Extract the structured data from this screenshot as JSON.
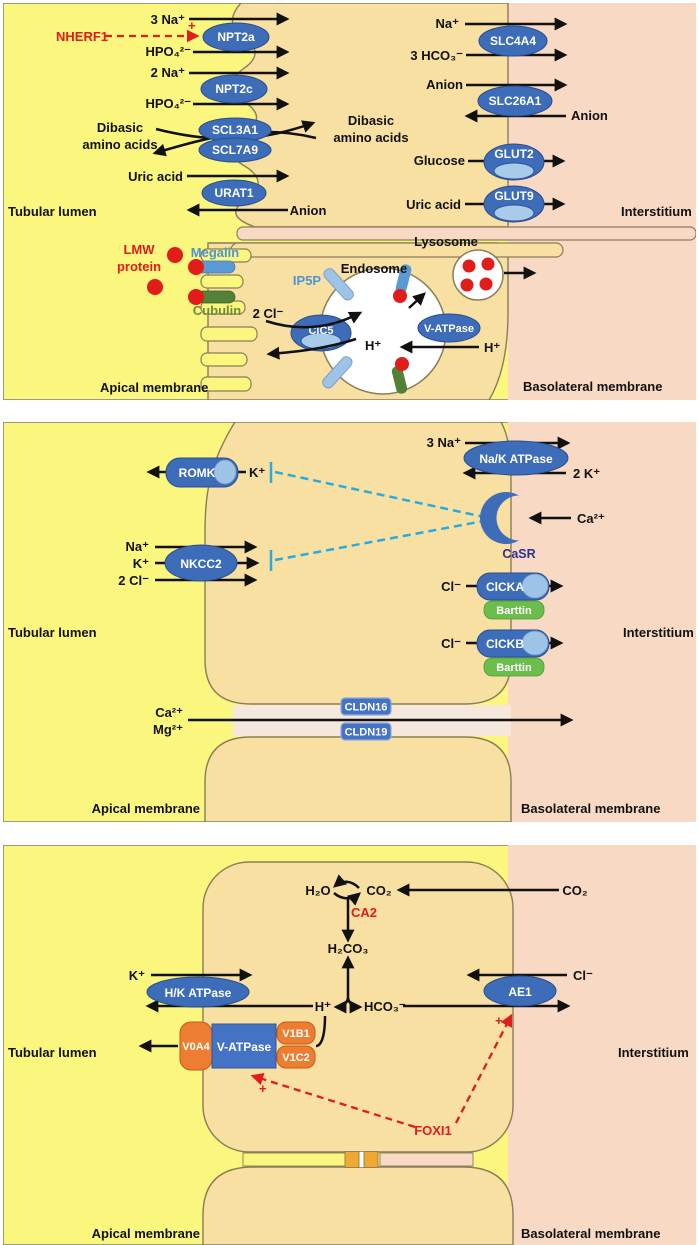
{
  "figure": {
    "description": "Renal tubule membrane transport diagram, three panels",
    "regions": [
      "Tubular lumen",
      "Interstitium",
      "Apical membrane",
      "Basolateral membrane"
    ]
  },
  "colors": {
    "lumen_yellow": "#FAF67E",
    "cell_tan": "#F8DFA2",
    "interstitium_pink": "#F8D9C4",
    "transporter_blue": "#3D6CB8",
    "light_blue": "#9DC3E6",
    "barttin_green": "#6CBE4C",
    "cubulin_green": "#538135",
    "orange": "#ED7D31",
    "regulator_red": "#E21B1B",
    "inhibit_cyan": "#29ABE2",
    "membrane_olive": "#8A7D5A"
  },
  "panel1": {
    "labels": {
      "na3": "3 Na⁺",
      "nherf1": "NHERF1",
      "plus": "+",
      "hpo4a": "HPO₄²⁻",
      "na2": "2 Na⁺",
      "npt2a": "NPT2a",
      "npt2c": "NPT2c",
      "hpo4b": "HPO₄²⁻",
      "dibasic_left1": "Dibasic",
      "dibasic_left2": "amino acids",
      "scl3a1": "SCL3A1",
      "scl7a9": "SCL7A9",
      "dibasic_right1": "Dibasic",
      "dibasic_right2": "amino acids",
      "uric_left": "Uric acid",
      "urat1": "URAT1",
      "anion_left": "Anion",
      "tubular_lumen": "Tubular lumen",
      "na1": "Na⁺",
      "slc4a4": "SLC4A4",
      "hco3": "3 HCO₃⁻",
      "anion_in": "Anion",
      "slc26a1": "SLC26A1",
      "anion_out": "Anion",
      "glucose": "Glucose",
      "glut2": "GLUT2",
      "uric_right": "Uric acid",
      "glut9": "GLUT9",
      "interstitium": "Interstitium",
      "lmw1": "LMW",
      "lmw2": "protein",
      "megalin": "Megalin",
      "cubulin": "Cubulin",
      "ip5p": "IP5P",
      "endosome": "Endosome",
      "lysosome": "Lysosome",
      "cl2": "2 Cl⁻",
      "clc5": "ClC5",
      "h1": "H⁺",
      "vatpase": "V-ATPase",
      "h2": "H⁺",
      "apical": "Apical membrane",
      "basolateral": "Basolateral  membrane"
    }
  },
  "panel2": {
    "labels": {
      "k_romk": "K⁺",
      "romk": "ROMK",
      "na": "Na⁺",
      "k": "K⁺",
      "cl2": "2 Cl⁻",
      "nkcc2": "NKCC2",
      "na3": "3 Na⁺",
      "nak": "Na/K ATPase",
      "k2": "2 K⁺",
      "ca2": "Ca²⁺",
      "casr": "CaSR",
      "cl_a": "Cl⁻",
      "clcka": "ClCKA",
      "barttin_a": "Barttin",
      "cl_b": "Cl⁻",
      "clckb": "ClCKB",
      "barttin_b": "Barttin",
      "ca": "Ca²⁺",
      "mg": "Mg²⁺",
      "cldn16": "CLDN16",
      "cldn19": "CLDN19",
      "tubular_lumen": "Tubular lumen",
      "interstitium": "Interstitium",
      "apical": "Apical membrane",
      "basolateral": "Basolateral  membrane"
    }
  },
  "panel3": {
    "labels": {
      "h2o": "H₂O",
      "co2": "CO₂",
      "co2_src": "CO₂",
      "ca2": "CA2",
      "h2co3": "H₂CO₃",
      "h": "H⁺",
      "hco3": "HCO₃⁻",
      "k": "K⁺",
      "hk": "H/K ATPase",
      "v0a4": "V0A4",
      "vatp": "V-ATPase",
      "v1b1": "V1B1",
      "v1c2": "V1C2",
      "ae1": "AE1",
      "cl": "Cl⁻",
      "foxi1": "FOXI1",
      "plus_v": "+",
      "plus_a": "+",
      "tubular_lumen": "Tubular lumen",
      "interstitium": "Interstitium",
      "apical": "Apical membrane",
      "basolateral": "Basolateral  membrane"
    }
  }
}
